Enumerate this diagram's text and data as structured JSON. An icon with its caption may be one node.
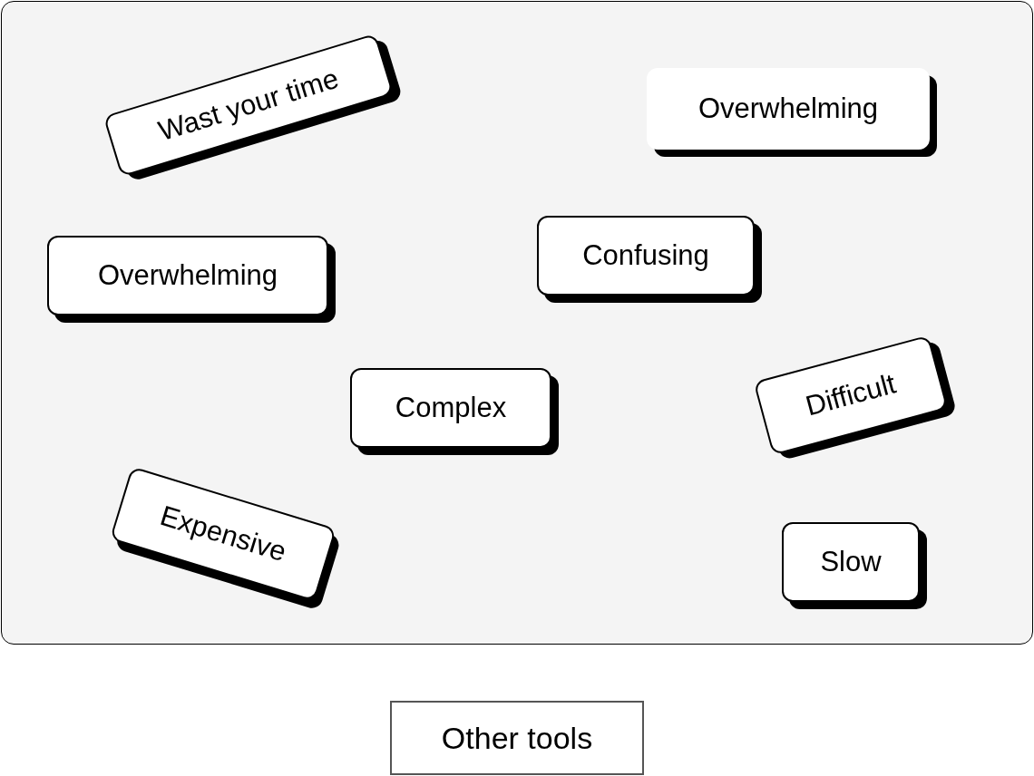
{
  "diagram": {
    "nodes": [
      {
        "text": [],
        "shape": "box"
      },
      {
        "text": [
          "Wast your time"
        ],
        "in": 0
      },
      {
        "text": [
          "Overwhelming"
        ],
        "in": 0
      },
      {
        "text": [
          "Overwhelming"
        ],
        "in": 0
      },
      {
        "text": [
          "Confusing"
        ],
        "in": 0
      },
      {
        "text": [
          "Complex"
        ],
        "in": 0
      },
      {
        "text": [
          "Difficult"
        ],
        "in": 0
      },
      {
        "text": [
          "Expensive"
        ],
        "in": 0
      },
      {
        "text": [
          "Slow"
        ],
        "in": 0
      },
      {
        "text": [
          "Other tools"
        ]
      }
    ]
  }
}
